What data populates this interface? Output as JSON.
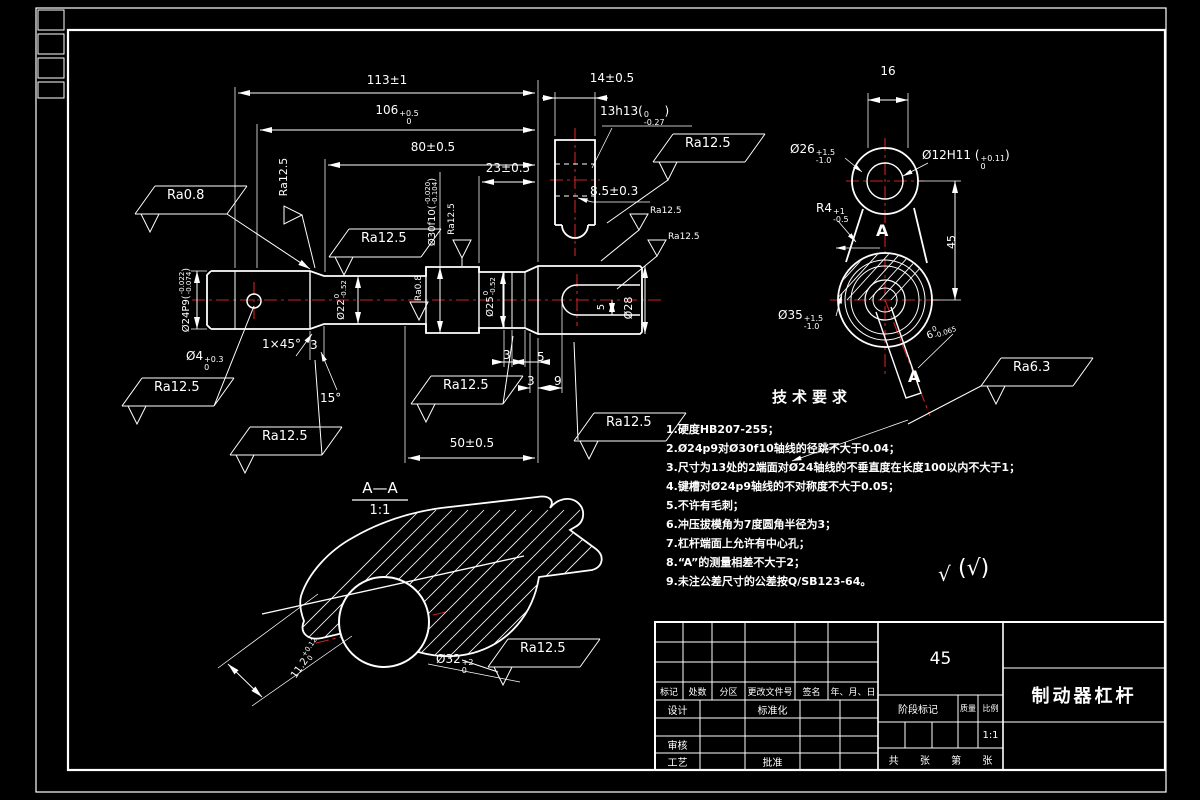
{
  "mv": {
    "d113": "113±1",
    "d106": {
      "base": "106",
      "up": "+0.5",
      "dn": "0"
    },
    "d80": "80±0.5",
    "d23": "23±0.5",
    "d14": "14±0.5",
    "d13": {
      "base": "13h13(",
      "up": "0",
      "dn": "-0.27",
      "end": ")"
    },
    "d85": "8.5±0.3",
    "d50": "50±0.5",
    "d24": {
      "base": "Ø24P9(",
      "up": "-0.022",
      "dn": "-0.074",
      "end": ")"
    },
    "d22": {
      "base": "Ø22",
      "up": "0",
      "dn": "-0.52"
    },
    "d30": {
      "base": "Ø30f10(",
      "up": "-0.020",
      "dn": "-0.104",
      "end": ")"
    },
    "d25": {
      "base": "Ø25",
      "up": "0",
      "dn": "-0.52"
    },
    "d28": "Ø28",
    "d4": {
      "base": "Ø4",
      "up": "+0.3",
      "dn": "0"
    },
    "chamfer": "1×45°",
    "angle15": "15°",
    "c3": "3",
    "c5": "5",
    "c9": "9"
  },
  "rough": {
    "ra08": "Ra0.8",
    "ra125": "Ra12.5",
    "ra63": "Ra6.3"
  },
  "lever": {
    "d16": "16",
    "d26": {
      "base": "Ø26",
      "up": "+1.5",
      "dn": "-1.0"
    },
    "d12": {
      "base": "Ø12H11 (",
      "up": "+0.11",
      "dn": "0",
      "end": ")"
    },
    "r4": {
      "base": "R4",
      "up": "+1",
      "dn": "-0.5"
    },
    "d45": "45",
    "d35": {
      "base": "Ø35",
      "up": "+1.5",
      "dn": "-1.0"
    },
    "d6": {
      "base": "6",
      "up": "0",
      "dn": "-0.065"
    },
    "a": "A"
  },
  "aa": {
    "title": "A—A",
    "scale": "1:1",
    "d112": {
      "base": "11.2",
      "up": "+0.12",
      "dn": "0"
    },
    "d32": {
      "base": "Ø32",
      "up": "+2",
      "dn": "0"
    }
  },
  "tech": {
    "title": "技术要求",
    "items": [
      "1.硬度HB207-255；",
      "2.Ø24p9对Ø30f10轴线的径跳不大于0.04；",
      "3.尺寸为13处的2端面对Ø24轴线的不垂直度在长度100以内不大于1；",
      "4.键槽对Ø24p9轴线的不对称度不大于0.05；",
      "5.不许有毛刺；",
      "6.冲压拔模角为7度圆角半径为3；",
      "7.杠杆端面上允许有中心孔；",
      "8.“A”的测量相差不大于2；",
      "9.未注公差尺寸的公差按Q/SB123-64。"
    ],
    "check1": "√",
    "check2": "(√)"
  },
  "tb": {
    "mark": "标记",
    "count": "处数",
    "zone": "分区",
    "doc": "更改文件号",
    "sign": "签名",
    "date": "年、月、日",
    "design": "设计",
    "standard": "标准化",
    "audit": "审核",
    "process": "工艺",
    "approve": "批准",
    "stage": "阶段标记",
    "weight": "质量",
    "scale": "比例",
    "scale_val": "1:1",
    "material": "45",
    "part": "制动器杠杆",
    "sheet": {
      "a": "共",
      "b": "张",
      "c": "第",
      "d": "张"
    }
  }
}
